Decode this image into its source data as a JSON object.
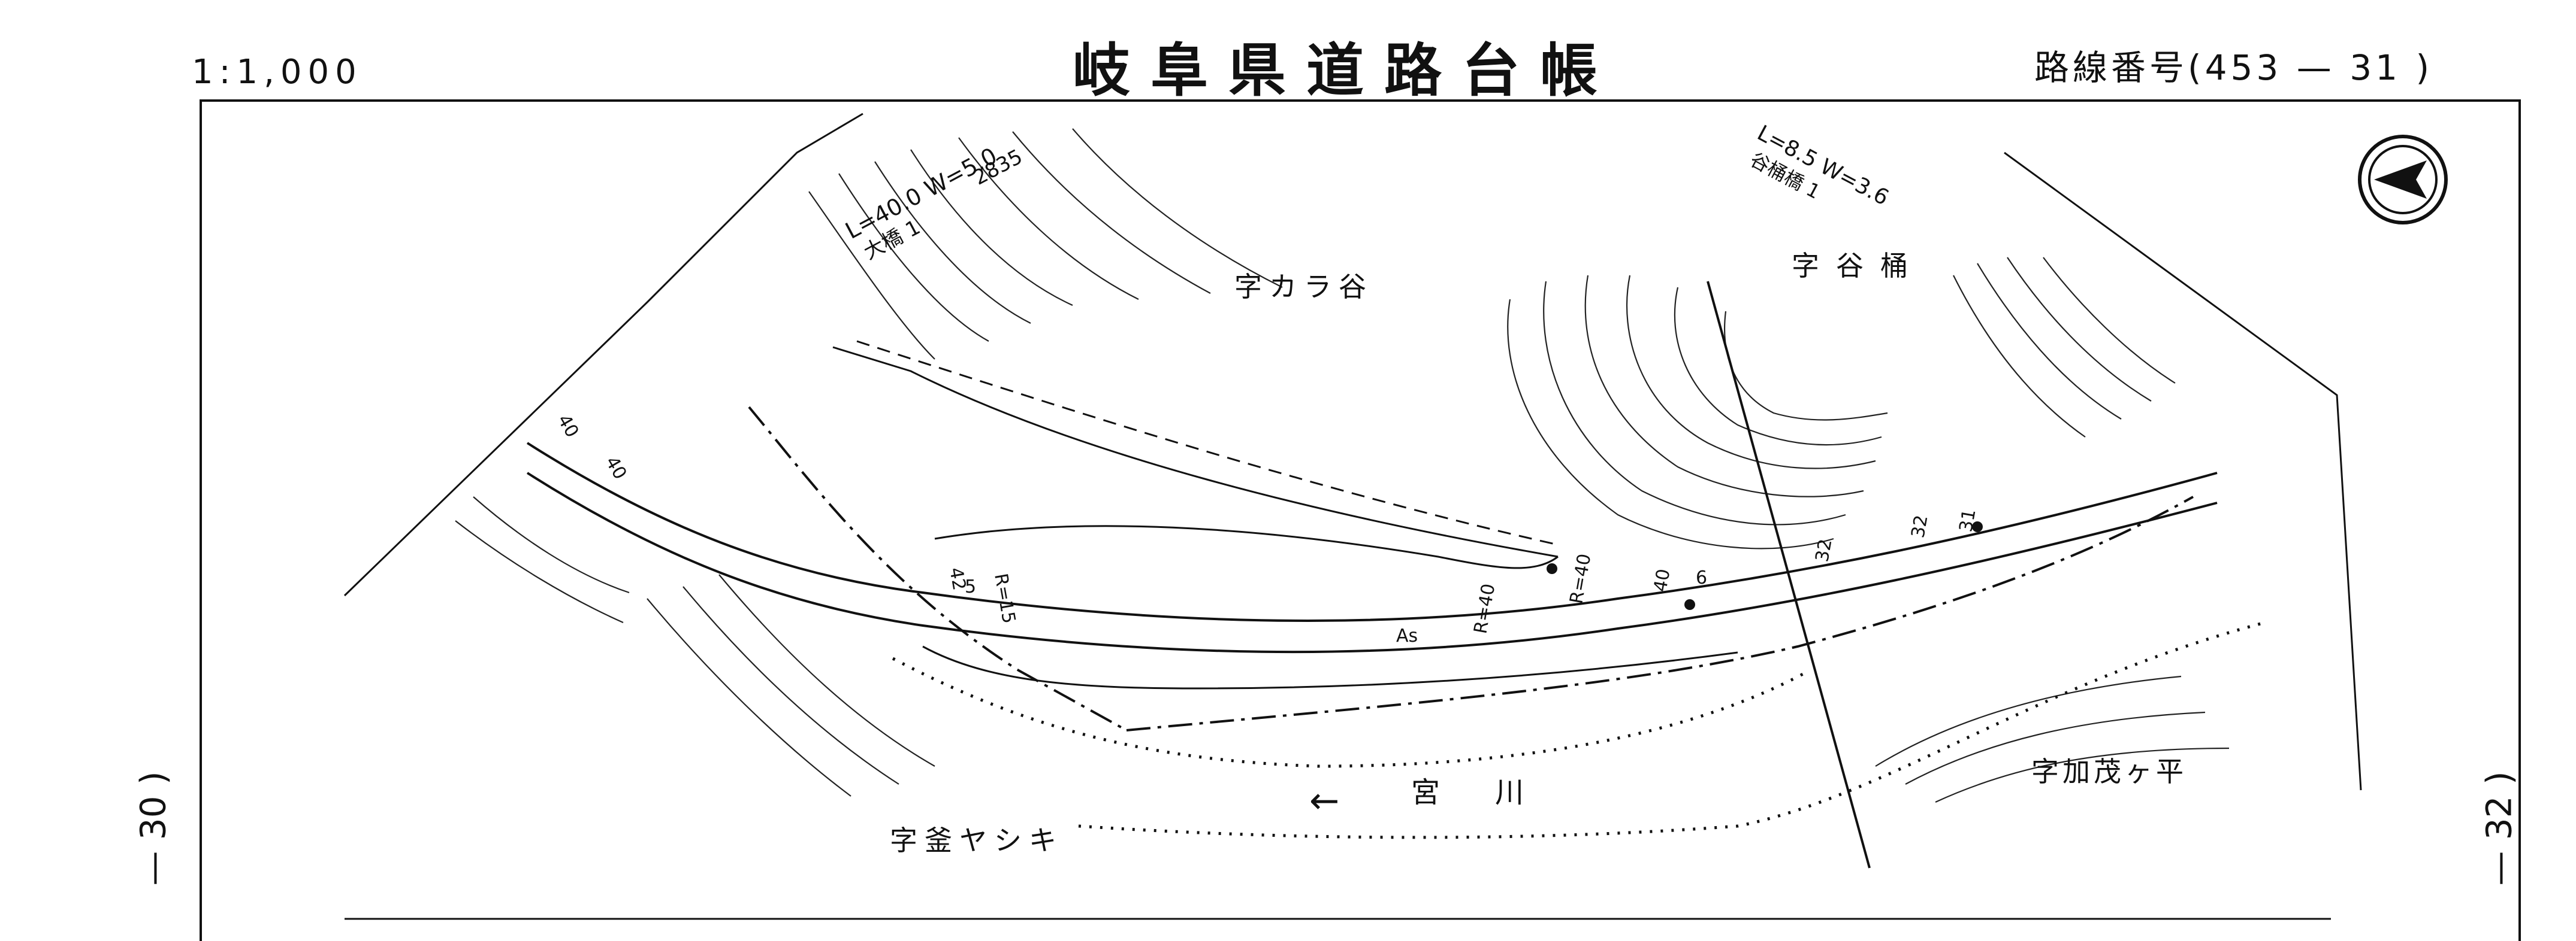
{
  "header": {
    "scale": "1:1,000",
    "title": "岐阜県道路台帳",
    "route_number": "路線番号(453 — 31 )"
  },
  "page_refs": {
    "previous": "— 30 )",
    "next": "— 32 )"
  },
  "places": {
    "kara_dani": "字カラ谷",
    "tani_oke": "字谷桶",
    "kama_yashiki": "字釜ヤシキ",
    "kamo_ga_taira": "字加茂ヶ平"
  },
  "river": {
    "name": "宮　川",
    "flow_arrow": "←"
  },
  "bridges": {
    "large": {
      "dims": "L=40.0  W=5.0",
      "name": "大橋  1",
      "number": "2835"
    },
    "tani_oke": {
      "dims": "L=8.5  W=3.6",
      "name": "谷桶橋  1"
    }
  },
  "road_labels": {
    "surface": "As",
    "r1": "R=15",
    "r2": "R=40",
    "r3": "R=40",
    "w1": "40",
    "w2": "40",
    "w3": "40",
    "w4": "32",
    "w5": "32",
    "w6": "31",
    "w7": "42",
    "w8": "6",
    "w9": "5"
  },
  "icons": {
    "north_arrow": "north-arrow-icon"
  },
  "colors": {
    "ink": "#111111",
    "paper": "#ffffff"
  }
}
